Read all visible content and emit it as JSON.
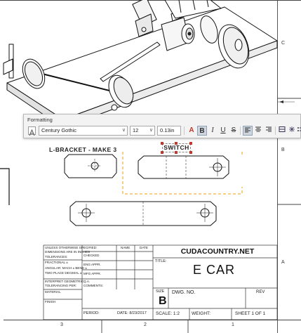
{
  "formatting_toolbar": {
    "title": "Formatting",
    "font_name": "Century Gothic",
    "font_size": "12",
    "line_height": "0.13in",
    "bold_icon": "B",
    "italic_icon": "I",
    "underline_icon": "U",
    "strike_icon": "S",
    "color_icon": "A"
  },
  "drawing": {
    "view_label": "L-BRACKET - MAKE 3",
    "selected_note": "SWITCH",
    "zone_labels": [
      "C",
      "B",
      "A",
      "3",
      "2",
      "1"
    ]
  },
  "title_block": {
    "tolerance_note": {
      "line1": "UNLESS OTHERWISE SPECIFIED:",
      "line2": "DIMENSIONS ARE IN INCHES",
      "line3": "TOLERANCES:",
      "line4": "FRACTIONAL ±",
      "line5": "ANGULAR: MACH ±   BEND ±",
      "line6": "TWO PLACE DECIMAL   ±",
      "line7": "INTERPRET GEOMETRIC",
      "line8": "TOLERANCING PER:",
      "line9": "MATERIAL",
      "line10": "FINISH"
    },
    "name_header": "NAME",
    "date_header": "DATE",
    "checked": "CHECKED",
    "eng_appr": "ENG APPR.",
    "mfg_appr": "MFG APPR.",
    "qa": "Q.A.",
    "comments": "COMMENTS:",
    "company": "CUDACOUNTRY.NET",
    "title_label": "TITLE:",
    "title_value": "E CAR",
    "size_label": "SIZE",
    "size_value": "B",
    "dwg_no_label": "DWG.  NO.",
    "rev_label": "REV",
    "period_label": "PERIOD:",
    "date_label": "DATE: 8/23/2017",
    "scale_label": "SCALE: 1:2",
    "weight_label": "WEIGHT:",
    "sheet_label": "SHEET 1 OF 1"
  }
}
